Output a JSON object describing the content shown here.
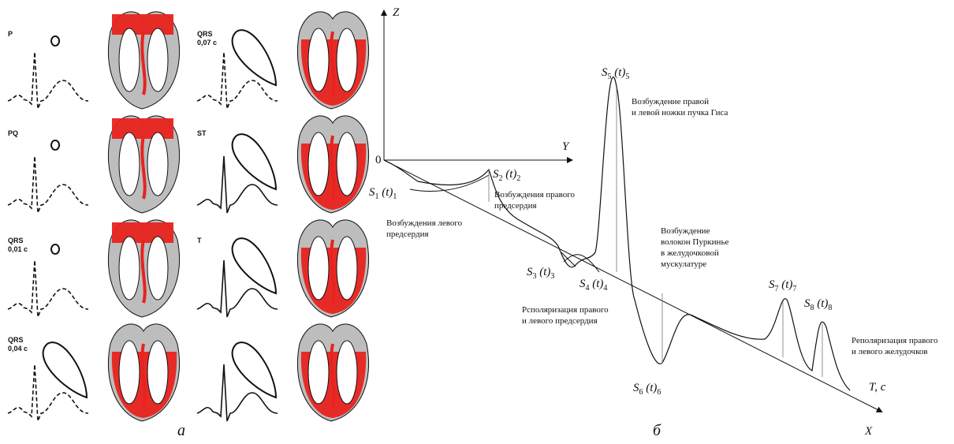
{
  "panel_a": {
    "label": "а",
    "phases": [
      {
        "label": "P"
      },
      {
        "label": "PQ"
      },
      {
        "label": "QRS\n0,01 с"
      },
      {
        "label": "QRS\n0,04 с"
      },
      {
        "label": "QRS\n0,07 с"
      },
      {
        "label": "ST"
      },
      {
        "label": "T"
      },
      {
        "label": ""
      }
    ]
  },
  "panel_b": {
    "label": "б",
    "axes": {
      "z": "Z",
      "y": "Y",
      "x": "X",
      "origin": "0",
      "t": "T, c"
    },
    "waves": [
      {
        "name": "S",
        "i": "1",
        "sub2": "1"
      },
      {
        "name": "S",
        "i": "2",
        "sub2": "2"
      },
      {
        "name": "S",
        "i": "3",
        "sub2": "3"
      },
      {
        "name": "S",
        "i": "4",
        "sub2": "4"
      },
      {
        "name": "S",
        "i": "5",
        "sub2": "5"
      },
      {
        "name": "S",
        "i": "6",
        "sub2": "6"
      },
      {
        "name": "S",
        "i": "7",
        "sub2": "7"
      },
      {
        "name": "S",
        "i": "8",
        "sub2": "8"
      }
    ],
    "annotations": {
      "a1": "Возбуждения левого\nпредсердия",
      "a2": "Возбуждения правого\nпредсердия",
      "a3": "Рсполяризация правого\nи левого предсердия",
      "a4": "Возбуждение правой\nи левой ножки пучка Гиса",
      "a5": "Возбуждение\nволокон Пуркинье\nв желудочковой\nмускулатуре",
      "a6": "Реполяризация правого\nи левого желудочков"
    }
  },
  "colors": {
    "red": "#e8231e",
    "gray": "#bdbdbd",
    "ink": "#111111"
  }
}
